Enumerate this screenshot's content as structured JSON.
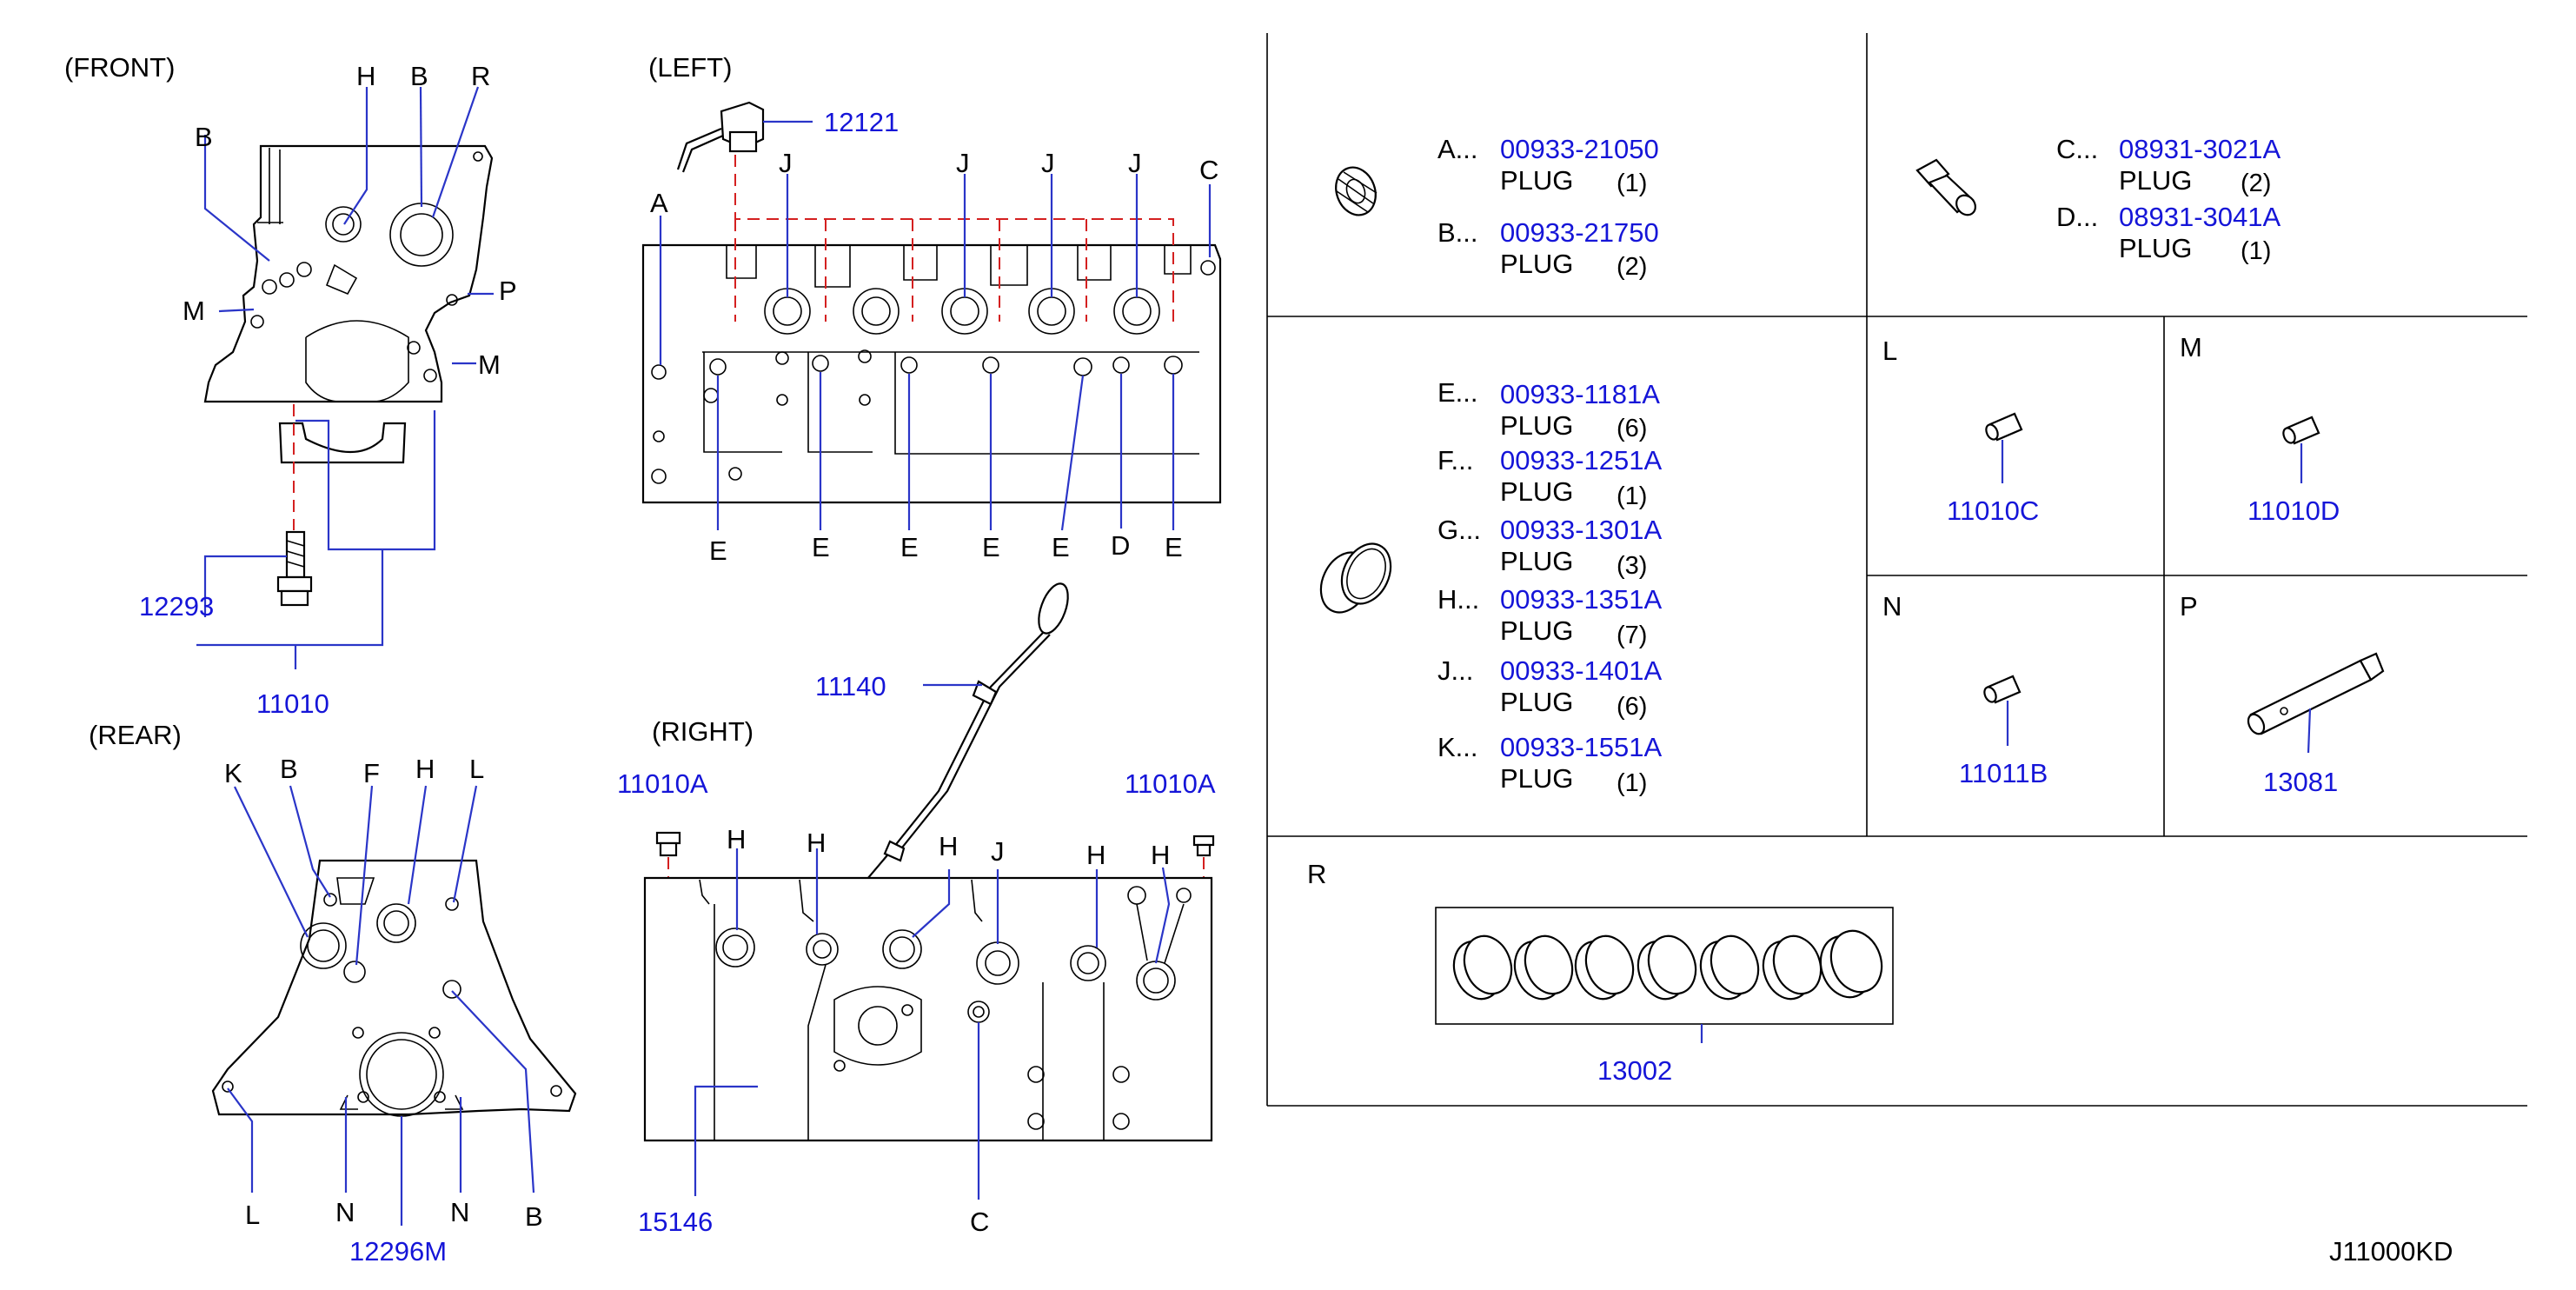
{
  "views": {
    "front": "(FRONT)",
    "left": "(LEFT)",
    "rear": "(REAR)",
    "right": "(RIGHT)"
  },
  "letters": {
    "a": "A",
    "b": "B",
    "c": "C",
    "d": "D",
    "e": "E",
    "f": "F",
    "h": "H",
    "j": "J",
    "k": "K",
    "l": "L",
    "m": "M",
    "n": "N",
    "p": "P",
    "r": "R"
  },
  "part_numbers": {
    "p12121": "12121",
    "p12293": "12293",
    "p11010": "11010",
    "p11140": "11140",
    "p11010a": "11010A",
    "p15146": "15146",
    "p12296m": "12296M"
  },
  "table": {
    "cell_ab": {
      "a_prefix": "A...",
      "a_pn": "00933-21050",
      "a_name": "PLUG",
      "a_qty": "(1)",
      "b_prefix": "B...",
      "b_pn": "00933-21750",
      "b_name": "PLUG",
      "b_qty": "(2)"
    },
    "cell_cd": {
      "c_prefix": "C...",
      "c_pn": "08931-3021A",
      "c_name": "PLUG",
      "c_qty": "(2)",
      "d_prefix": "D...",
      "d_pn": "08931-3041A",
      "d_name": "PLUG",
      "d_qty": "(1)"
    },
    "cell_ek": {
      "items": [
        {
          "prefix": "E...",
          "pn": "00933-1181A",
          "name": "PLUG",
          "qty": "(6)"
        },
        {
          "prefix": "F...",
          "pn": "00933-1251A",
          "name": "PLUG",
          "qty": "(1)"
        },
        {
          "prefix": "G...",
          "pn": "00933-1301A",
          "name": "PLUG",
          "qty": "(3)"
        },
        {
          "prefix": "H...",
          "pn": "00933-1351A",
          "name": "PLUG",
          "qty": "(7)"
        },
        {
          "prefix": "J...",
          "pn": "00933-1401A",
          "name": "PLUG",
          "qty": "(6)"
        },
        {
          "prefix": "K...",
          "pn": "00933-1551A",
          "name": "PLUG",
          "qty": "(1)"
        }
      ]
    },
    "cell_l": {
      "letter": "L",
      "pn": "11010C"
    },
    "cell_m": {
      "letter": "M",
      "pn": "11010D"
    },
    "cell_n": {
      "letter": "N",
      "pn": "11011B"
    },
    "cell_p": {
      "letter": "P",
      "pn": "13081"
    },
    "cell_r": {
      "letter": "R",
      "pn": "13002"
    }
  },
  "diagram_code": "J11000KD",
  "colors": {
    "part_number": "#1515d8",
    "leader": "#2a35c8",
    "hidden_line": "#d42020",
    "line": "#000000"
  }
}
